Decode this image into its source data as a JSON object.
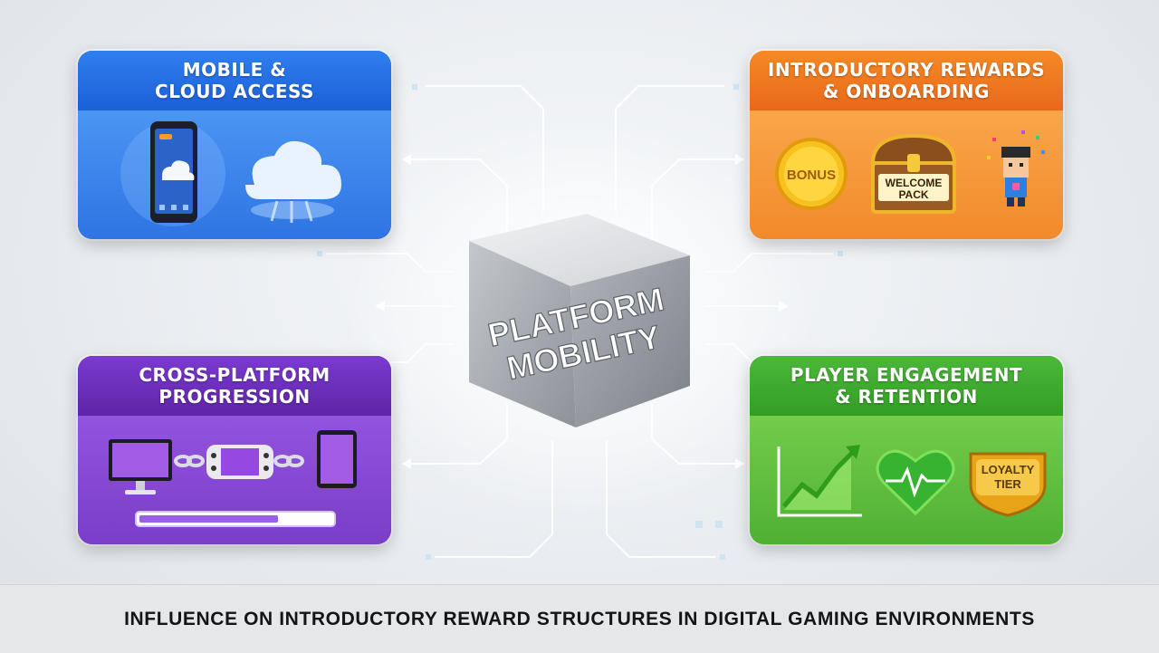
{
  "center": {
    "line1": "PLATFORM",
    "line2": "MOBILITY"
  },
  "cards": {
    "mobile": {
      "title": "MOBILE &\nCLOUD ACCESS",
      "icons": [
        "smartphone-icon",
        "cloud-icon"
      ]
    },
    "rewards": {
      "title": "INTRODUCTORY REWARDS\n& ONBOARDING",
      "bonus_label": "BONUS",
      "chest_label_1": "WELCOME",
      "chest_label_2": "PACK",
      "icons": [
        "bonus-coin-icon",
        "treasure-chest-icon",
        "pixel-character-icon"
      ]
    },
    "cross": {
      "title": "CROSS-PLATFORM\nPROGRESSION",
      "icons": [
        "monitor-icon",
        "chain-icon",
        "handheld-console-icon",
        "tablet-icon"
      ],
      "progress": 0.72
    },
    "engage": {
      "title": "PLAYER ENGAGEMENT\n& RETENTION",
      "loyalty_label_1": "LOYALTY",
      "loyalty_label_2": "TIER",
      "icons": [
        "growth-chart-icon",
        "heartbeat-icon",
        "loyalty-badge-icon"
      ]
    }
  },
  "footer": {
    "caption": "INFLUENCE ON INTRODUCTORY REWARD STRUCTURES IN DIGITAL GAMING ENVIRONMENTS"
  },
  "colors": {
    "mobile": "#2f7ff0",
    "rewards": "#f58a26",
    "cross": "#7b3bd0",
    "engage": "#4cb83a",
    "circuit": "#ffffff"
  }
}
